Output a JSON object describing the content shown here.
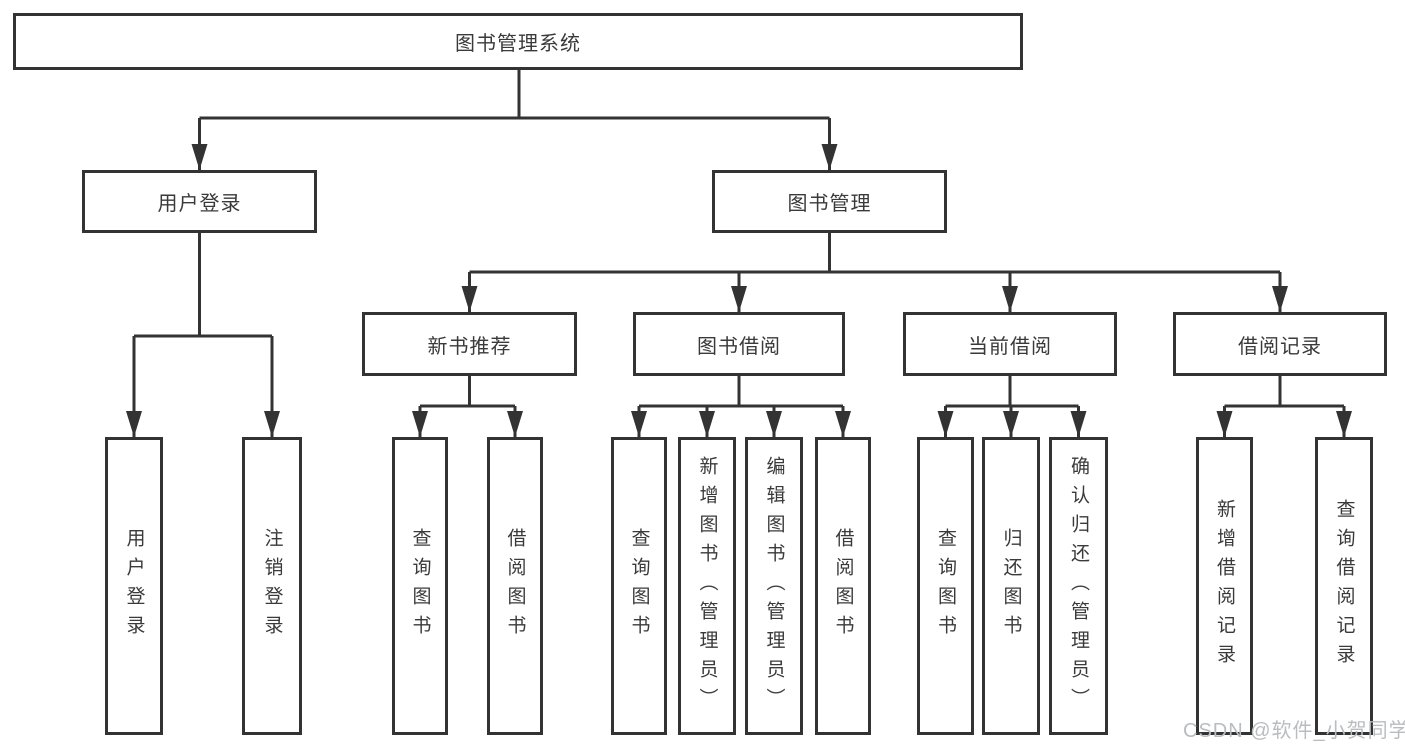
{
  "diagram": {
    "tree": {
      "label": "图书管理系统",
      "children": [
        {
          "label": "用户登录",
          "children": [
            {
              "label": "用户登录"
            },
            {
              "label": "注销登录"
            }
          ]
        },
        {
          "label": "图书管理",
          "children": [
            {
              "label": "新书推荐",
              "children": [
                {
                  "label": "查询图书"
                },
                {
                  "label": "借阅图书"
                }
              ]
            },
            {
              "label": "图书借阅",
              "children": [
                {
                  "label": "查询图书"
                },
                {
                  "label": "新增图书（管理员）"
                },
                {
                  "label": "编辑图书（管理员）"
                },
                {
                  "label": "借阅图书"
                }
              ]
            },
            {
              "label": "当前借阅",
              "children": [
                {
                  "label": "查询图书"
                },
                {
                  "label": "归还图书"
                },
                {
                  "label": "确认归还（管理员）"
                }
              ]
            },
            {
              "label": "借阅记录",
              "children": [
                {
                  "label": "新增借阅记录"
                },
                {
                  "label": "查询借阅记录"
                }
              ]
            }
          ]
        }
      ]
    },
    "watermark": "CSDN @软件_小贺同学",
    "colors": {
      "line": "#333333",
      "text": "#3a3a3a",
      "box_background": "#ffffff",
      "page_background": "#ffffff",
      "watermark": "#b9bdc1"
    }
  }
}
